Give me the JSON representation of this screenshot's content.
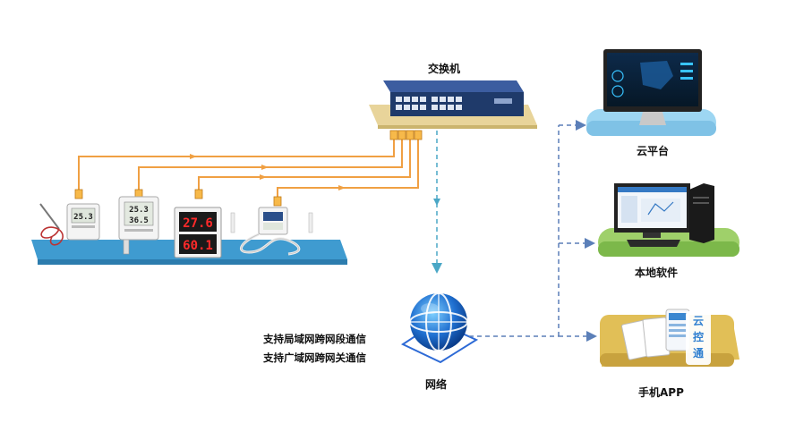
{
  "labels": {
    "switch": "交换机",
    "cloud_platform": "云平台",
    "local_software": "本地软件",
    "mobile_app": "手机APP",
    "network": "网络"
  },
  "notes": [
    "支持局域网跨网段通信",
    "支持广域网跨网关通信"
  ],
  "devices": {
    "sensor1_display": "25.3",
    "sensor2_display_top": "25.3",
    "sensor2_display_bottom": "36.5",
    "sensor3_display_top": "27.6",
    "sensor3_display_bottom": "60.1"
  },
  "app_badge": {
    "line1": "云",
    "line2": "控",
    "line3": "通"
  },
  "colors": {
    "cable": "#f0a043",
    "dashed_link": "#5b7fb8",
    "dashed_vertical": "#4aa7c6",
    "platform_blue": "#9dd6f2",
    "platform_green": "#9fd06a",
    "platform_gold": "#e1bf57",
    "floor": "#3f9bd0",
    "switch_body": "#1f3a6a"
  }
}
